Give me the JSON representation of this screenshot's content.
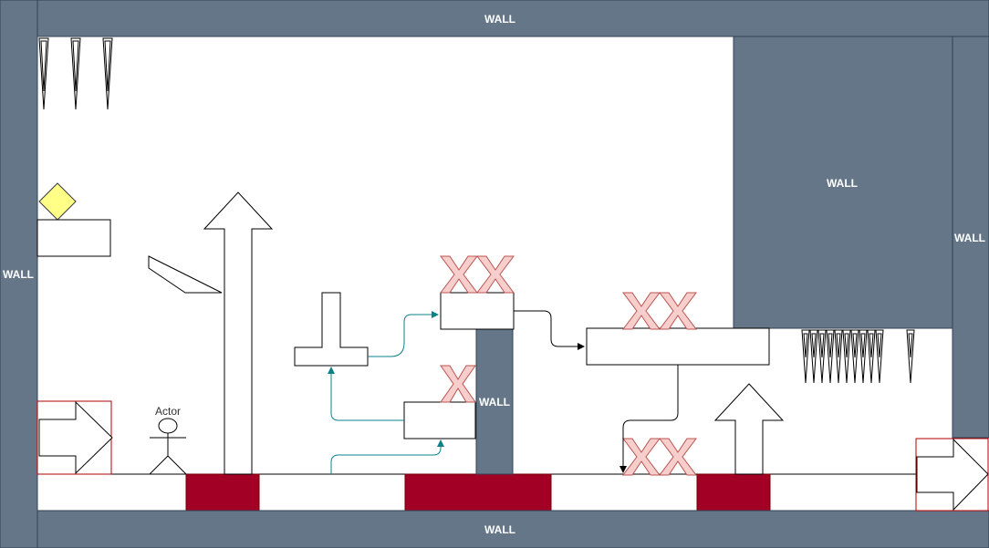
{
  "colors": {
    "wall": "#647687",
    "wall_stroke": "#314354",
    "hazard": "#a20025",
    "hazard_stroke": "#6f0000",
    "x_mark": "#f8cecc",
    "x_mark_stroke": "#b85450",
    "goal": "#ffff88",
    "flow_arrow": "#0e8088",
    "spawn_stroke": "#b20000"
  },
  "walls": {
    "top": "WALL",
    "bottom": "WALL",
    "left": "WALL",
    "right": "WALL",
    "block": "WALL",
    "pillar": "WALL"
  },
  "actor": {
    "label": "Actor"
  },
  "icons": {
    "goal": "diamond-icon",
    "spawn": "right-arrow-icon",
    "jump": "up-arrow-icon",
    "spike": "spike-icon",
    "hazard": "x-mark-icon"
  }
}
